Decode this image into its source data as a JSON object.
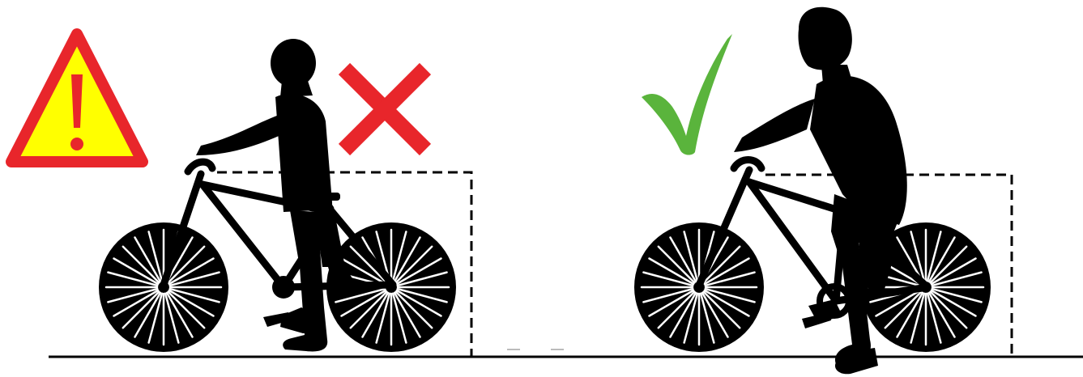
{
  "colors": {
    "silhouette": "#000000",
    "spoke": "#ffffff",
    "warning_fill": "#ffff00",
    "warning_border": "#e8262b",
    "cross": "#e8262b",
    "check": "#5ab43c",
    "guide_line": "#000000"
  },
  "scenes": [
    {
      "id": "incorrect",
      "icon": "cross-icon",
      "wheel_spokes": 24
    },
    {
      "id": "correct",
      "icon": "check-icon",
      "wheel_spokes": 24
    }
  ],
  "warning": {
    "icon": "warning-icon",
    "glyph": "!"
  }
}
